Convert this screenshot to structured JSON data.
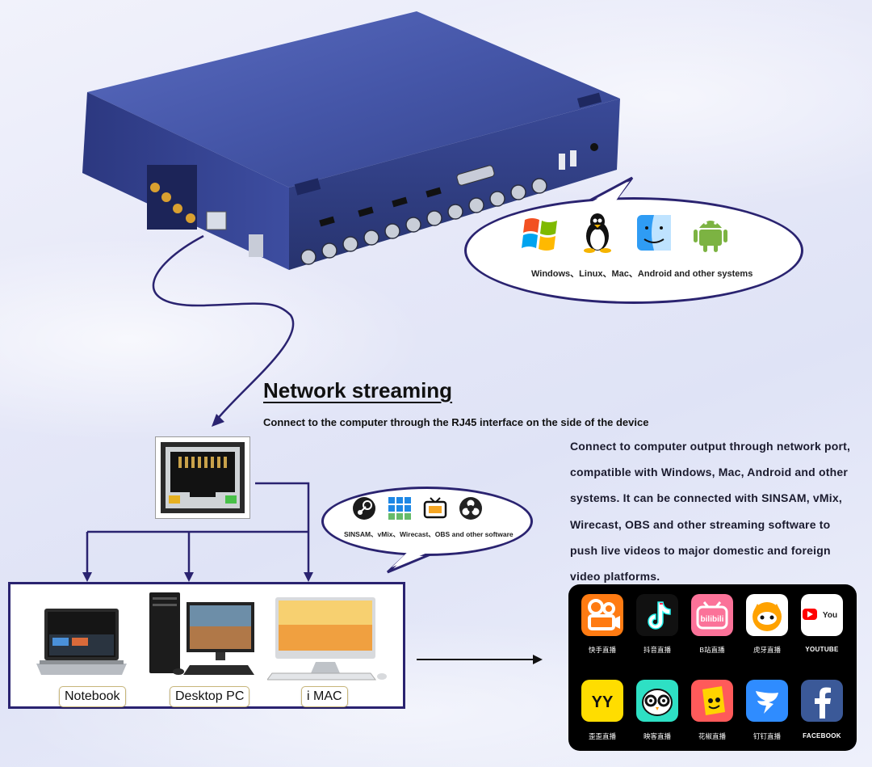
{
  "heading": "Network streaming",
  "subheading": "Connect to the computer through the RJ45 interface on the side of the device",
  "description": "Connect to computer output through network port, compatible with Windows, Mac, Android and other systems. It can be connected with SINSAM, vMix, Wirecast, OBS and other streaming software to push live videos to major domestic and foreign video platforms.",
  "os_callout": {
    "caption": "Windows、Linux、Mac、Android and other systems",
    "icons": [
      "windows-icon",
      "linux-icon",
      "mac-finder-icon",
      "android-icon"
    ]
  },
  "software_callout": {
    "caption": "SINSAM、vMix、Wirecast、OBS and other software",
    "icons": [
      "steam-icon",
      "vmix-icon",
      "wirecast-icon",
      "obs-icon"
    ]
  },
  "computers": [
    {
      "label": "Notebook"
    },
    {
      "label": "Desktop PC"
    },
    {
      "label": "i MAC"
    }
  ],
  "platforms": [
    {
      "name": "快手直播",
      "icon": "kuaishou-icon",
      "color": "#ff7b12"
    },
    {
      "name": "抖音直播",
      "icon": "douyin-icon",
      "color": "#111111"
    },
    {
      "name": "B站直播",
      "icon": "bilibili-icon",
      "color": "#fb7299"
    },
    {
      "name": "虎牙直播",
      "icon": "huya-icon",
      "color": "#ffa200"
    },
    {
      "name": "YOUTUBE",
      "icon": "youtube-icon",
      "color": "#ffffff"
    },
    {
      "name": "歪歪直播",
      "icon": "yy-icon",
      "color": "#ffdd00"
    },
    {
      "name": "映客直播",
      "icon": "inke-icon",
      "color": "#2ee0c4"
    },
    {
      "name": "花椒直播",
      "icon": "huajiao-icon",
      "color": "#ff5a5a"
    },
    {
      "name": "钉钉直播",
      "icon": "dingtalk-icon",
      "color": "#2f8cff"
    },
    {
      "name": "FACEBOOK",
      "icon": "facebook-icon",
      "color": "#3b5998"
    }
  ],
  "colors": {
    "accent": "#2a2370",
    "device": "#3a4d9e"
  }
}
